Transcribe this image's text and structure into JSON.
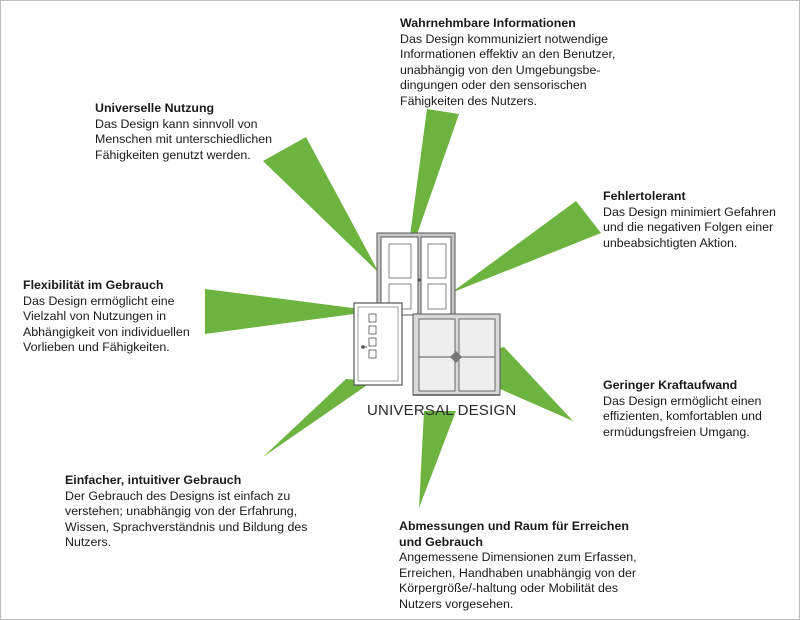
{
  "center_label": "UNIVERSAL DESIGN",
  "colors": {
    "ray": "#6db33f",
    "door_frame": "#c8c8c8",
    "door_line": "#555555",
    "door_fill": "#ffffff"
  },
  "principles": [
    {
      "id": "wahrnehmbare",
      "title": "Wahrnehmbare Informationen",
      "body": "Das Design kommuniziert notwendige\nInformationen effektiv an den Benutzer,\nunabhängig von den Umgebungsbe-\ndingungen oder den sensorischen\nFähigkeiten des Nutzers."
    },
    {
      "id": "universelle",
      "title": "Universelle Nutzung",
      "body": "Das Design kann sinnvoll von\nMenschen mit unterschiedlichen\nFähigkeiten genutzt werden."
    },
    {
      "id": "fehlertolerant",
      "title": "Fehlertolerant",
      "body": "Das Design minimiert Gefahren\nund die negativen Folgen einer\nunbeabsichtigten Aktion."
    },
    {
      "id": "flexibilitaet",
      "title": "Flexibilität im Gebrauch",
      "body": "Das Design ermöglicht eine\nVielzahl von Nutzungen in\nAbhängigkeit von individuellen\nVorlieben und Fähigkeiten."
    },
    {
      "id": "kraftaufwand",
      "title": "Geringer Kraftaufwand",
      "body": "Das Design ermöglicht einen\neffizienten, komfortablen und\nermüdungsfreien Umgang."
    },
    {
      "id": "intuitiv",
      "title": "Einfacher, intuitiver Gebrauch",
      "body": "Der Gebrauch des Designs ist einfach zu\nverstehen; unabhängig von der Erfahrung,\nWissen, Sprachverständnis und Bildung des\nNutzers."
    },
    {
      "id": "abmessungen",
      "title": "Abmessungen und Raum für Erreichen\nund Gebrauch",
      "body": "Angemessene Dimensionen zum Erfassen,\nErreichen, Handhaben unabhängig von der\nKörpergröße/-haltung oder Mobilität des\nNutzers vorgesehen."
    }
  ]
}
